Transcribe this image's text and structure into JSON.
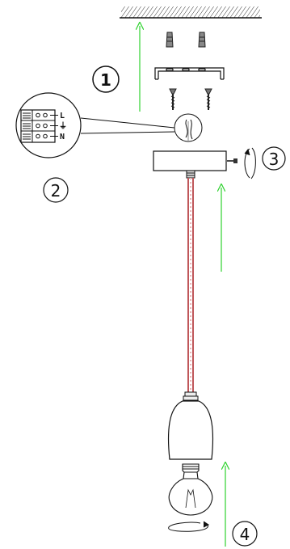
{
  "steps": [
    {
      "label": "1"
    },
    {
      "label": "2"
    },
    {
      "label": "3"
    },
    {
      "label": "4"
    }
  ],
  "connector_terminals": [
    {
      "label": "L"
    },
    {
      "label": "⏚"
    },
    {
      "label": "N"
    }
  ],
  "colors": {
    "line": "#111111",
    "arrow": "#2fd22f",
    "cable": "#c0575a",
    "background": "#ffffff"
  },
  "icons": [
    "ceiling-hatch-icon",
    "wall-plug-icon",
    "mounting-bracket-icon",
    "screw-icon",
    "canopy-icon",
    "cable-icon",
    "lamp-shade-icon",
    "light-bulb-icon",
    "rotate-arrow-icon",
    "up-arrow-icon"
  ]
}
